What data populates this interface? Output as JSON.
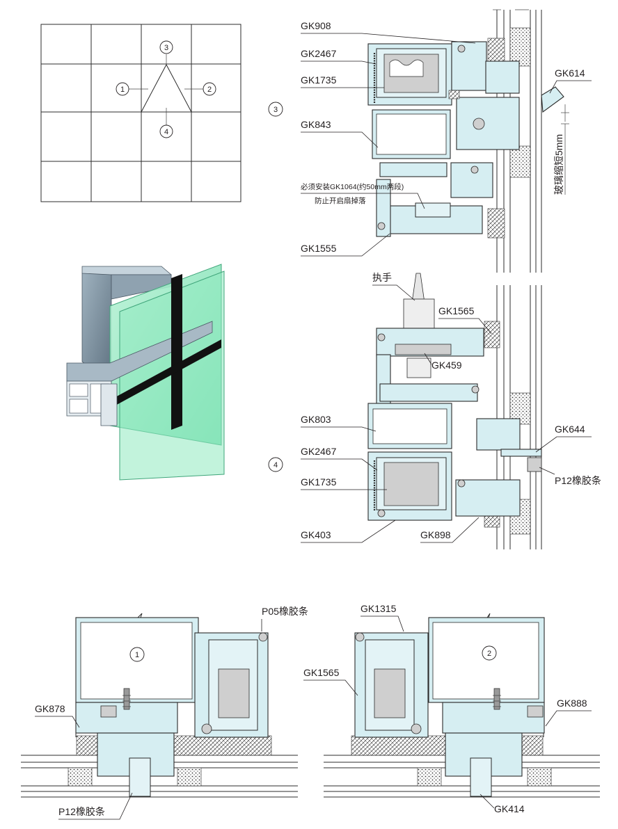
{
  "labels": {
    "gk908": "GK908",
    "gk2467_top": "GK2467",
    "gk1735_top": "GK1735",
    "gk843": "GK843",
    "note_line1": "必须安装GK1064(约50mm两段)",
    "note_line2": "防止开启扇掉落",
    "gk1555": "GK1555",
    "gk614": "GK614",
    "glass_shorten": "玻璃缩短5mm",
    "handle": "执手",
    "gk1565_mid": "GK1565",
    "gk459": "GK459",
    "gk803": "GK803",
    "gk2467_bot": "GK2467",
    "gk1735_bot": "GK1735",
    "gk403": "GK403",
    "gk898": "GK898",
    "gk644": "GK644",
    "p12_mid": "P12橡胶条",
    "p05": "P05橡胶条",
    "gk878": "GK878",
    "p12_bot": "P12橡胶条",
    "gk1315": "GK1315",
    "gk1565_bot": "GK1565",
    "gk888": "GK888",
    "gk414": "GK414"
  },
  "markers": {
    "m1": "1",
    "m2": "2",
    "m3": "3",
    "m4": "4",
    "sec3": "3",
    "sec4": "4",
    "sec1": "1",
    "sec2": "2"
  },
  "colors": {
    "profile_fill": "#d6eef2",
    "glass_green": "#7fe3b5",
    "frame_grey": "#7e8f9c",
    "outline": "#2b2b2b"
  }
}
